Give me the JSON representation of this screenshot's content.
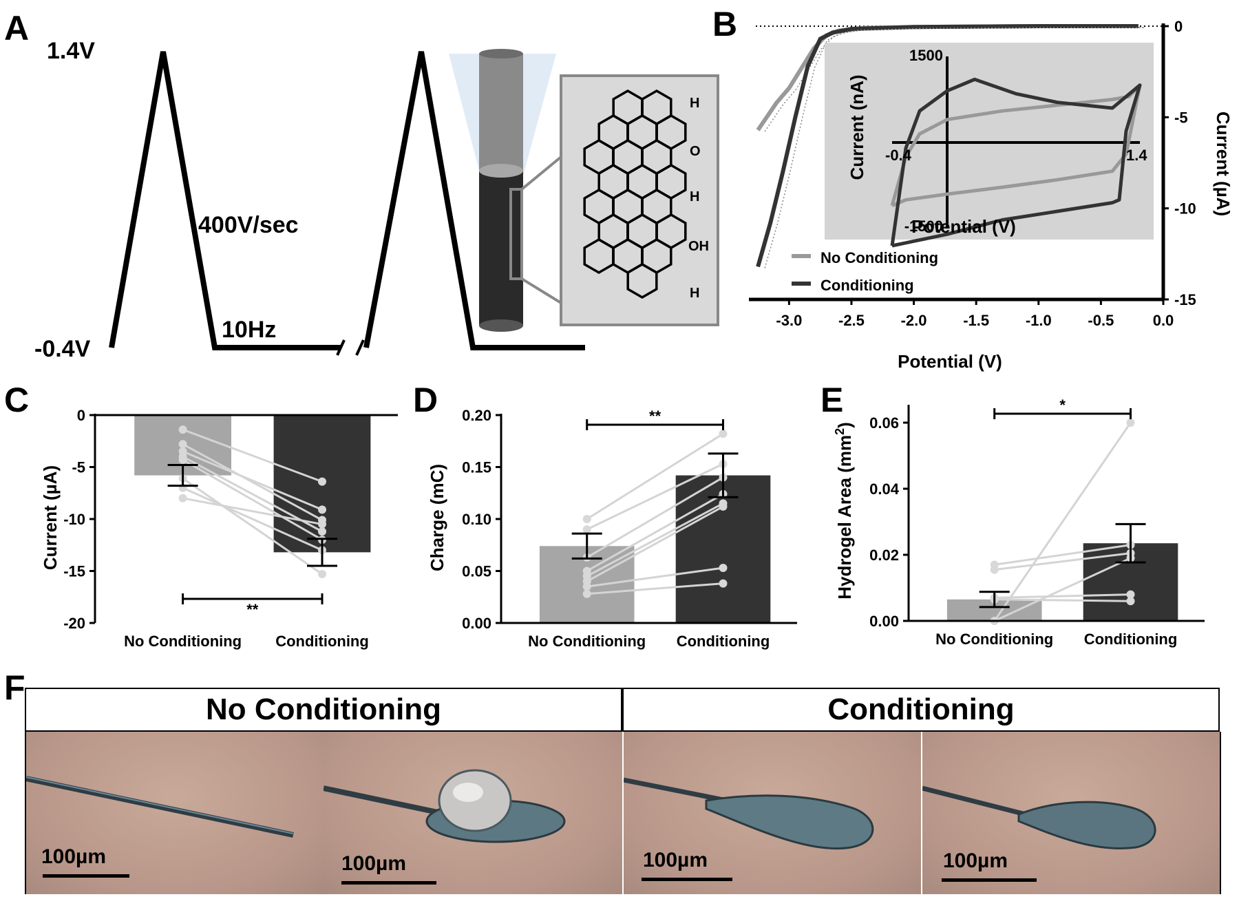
{
  "panels": {
    "A": {
      "letter": "A",
      "v_high": "1.4V",
      "v_low": "-0.4V",
      "scan_rate": "400V/sec",
      "frequency": "10Hz",
      "structure_labels": [
        "H",
        "O",
        "H",
        "OH",
        "H"
      ]
    },
    "B": {
      "letter": "B"
    },
    "C": {
      "letter": "C"
    },
    "D": {
      "letter": "D"
    },
    "E": {
      "letter": "E"
    },
    "F": {
      "letter": "F",
      "group_titles": [
        "No Conditioning",
        "Conditioning"
      ],
      "scale_labels": [
        "100µm",
        "100µm",
        "100µm",
        "100µm"
      ]
    }
  },
  "chart_data": [
    {
      "id": "B",
      "type": "line",
      "xlabel": "Potential (V)",
      "ylabel": "Current (µA)",
      "xlim": [
        -3.3,
        0.0
      ],
      "ylim": [
        -15,
        0
      ],
      "x_ticks": [
        "-3.0",
        "-2.5",
        "-2.0",
        "-1.5",
        "-1.0",
        "-0.5",
        "0.0"
      ],
      "y_ticks": [
        "0",
        "-5",
        "-10",
        "-15"
      ],
      "legend": [
        "No Conditioning",
        "Conditioning"
      ],
      "legend_placement": "bottom-left",
      "series": [
        {
          "name": "No Conditioning",
          "color": "#999999",
          "x": [
            -3.25,
            -3.1,
            -3.0,
            -2.9,
            -2.8,
            -2.7,
            -2.6,
            -2.4,
            -2.0,
            -1.0,
            -0.2
          ],
          "y": [
            -5.7,
            -4.2,
            -3.4,
            -2.3,
            -1.2,
            -0.5,
            -0.25,
            -0.1,
            -0.05,
            0.0,
            0.0
          ]
        },
        {
          "name": "Conditioning",
          "color": "#333333",
          "x": [
            -3.25,
            -3.15,
            -3.05,
            -2.95,
            -2.85,
            -2.75,
            -2.65,
            -2.5,
            -2.0,
            -1.0,
            -0.2
          ],
          "y": [
            -13.2,
            -10.8,
            -8.0,
            -5.0,
            -2.2,
            -0.7,
            -0.35,
            -0.15,
            -0.05,
            0.0,
            0.0
          ]
        }
      ],
      "inset": {
        "xlabel": "Potential (V)",
        "ylabel": "Current (nA)",
        "x_ticks": [
          "-0.4",
          "1.4"
        ],
        "y_ticks": [
          "1500",
          "-1500"
        ],
        "series": [
          {
            "name": "No Conditioning",
            "color": "#999999",
            "x": [
              -0.4,
              -0.3,
              -0.2,
              0.0,
              0.4,
              0.8,
              1.2,
              1.32,
              1.4,
              1.3,
              1.2,
              0.8,
              0.4,
              0.0,
              -0.3,
              -0.4
            ],
            "y": [
              -1100,
              -250,
              150,
              400,
              550,
              650,
              750,
              800,
              1000,
              -200,
              -500,
              -650,
              -780,
              -900,
              -1000,
              -1100
            ]
          },
          {
            "name": "Conditioning",
            "color": "#333333",
            "x": [
              -0.4,
              -0.3,
              -0.2,
              0.0,
              0.2,
              0.5,
              0.8,
              1.2,
              1.4,
              1.3,
              1.25,
              1.2,
              0.8,
              0.4,
              0.0,
              -0.3,
              -0.4
            ],
            "y": [
              -1800,
              -100,
              550,
              900,
              1100,
              850,
              700,
              600,
              1000,
              200,
              -1000,
              -1050,
              -1200,
              -1350,
              -1600,
              -1750,
              -1800
            ]
          }
        ]
      }
    },
    {
      "id": "C",
      "type": "bar",
      "categories": [
        "No Conditioning",
        "Conditioning"
      ],
      "values": [
        -5.8,
        -13.2
      ],
      "errors": [
        1.0,
        1.3
      ],
      "colors": [
        "#a6a6a6",
        "#333333"
      ],
      "ylabel": "Current (µA)",
      "ylim": [
        -20,
        0
      ],
      "y_ticks": [
        "0",
        "-5",
        "-10",
        "-15",
        "-20"
      ],
      "paired": [
        [
          -1.4,
          -6.4
        ],
        [
          -2.8,
          -10.1
        ],
        [
          -3.5,
          -9.1
        ],
        [
          -4.0,
          -11.2
        ],
        [
          -4.3,
          -12.0
        ],
        [
          -6.1,
          -15.3
        ],
        [
          -7.0,
          -13.0
        ],
        [
          -8.0,
          -10.5
        ]
      ],
      "significance": "**"
    },
    {
      "id": "D",
      "type": "bar",
      "categories": [
        "No Conditioning",
        "Conditioning"
      ],
      "values": [
        0.074,
        0.142
      ],
      "errors": [
        0.012,
        0.021
      ],
      "colors": [
        "#a6a6a6",
        "#333333"
      ],
      "ylabel": "Charge (mC)",
      "ylim": [
        0,
        0.2
      ],
      "y_ticks": [
        "0.00",
        "0.05",
        "0.10",
        "0.15",
        "0.20"
      ],
      "paired": [
        [
          0.1,
          0.182
        ],
        [
          0.09,
          0.153
        ],
        [
          0.063,
          0.14
        ],
        [
          0.05,
          0.124
        ],
        [
          0.045,
          0.115
        ],
        [
          0.04,
          0.112
        ],
        [
          0.035,
          0.053
        ],
        [
          0.028,
          0.038
        ]
      ],
      "significance": "**"
    },
    {
      "id": "E",
      "type": "bar",
      "categories": [
        "No Conditioning",
        "Conditioning"
      ],
      "values": [
        0.0065,
        0.0235
      ],
      "errors": [
        0.0023,
        0.0058
      ],
      "colors": [
        "#a6a6a6",
        "#333333"
      ],
      "ylabel": "Hydrogel Area (mm²)",
      "ylabel_main": "Hydrogel Area (mm",
      "ylabel_sup": "2",
      "ylabel_end": ")",
      "ylim": [
        0,
        0.065
      ],
      "y_ticks": [
        "0.00",
        "0.02",
        "0.04",
        "0.06"
      ],
      "paired": [
        [
          0.017,
          0.023
        ],
        [
          0.0155,
          0.0205
        ],
        [
          0.007,
          0.008
        ],
        [
          0.0065,
          0.006
        ],
        [
          0.0,
          0.06
        ],
        [
          0.0,
          0.019
        ]
      ],
      "significance": "*"
    }
  ]
}
